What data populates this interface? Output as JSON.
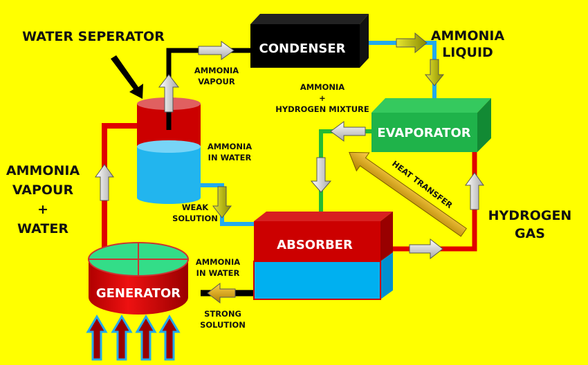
{
  "components": {
    "condenser": "CONDENSER",
    "evaporator": "EVAPORATOR",
    "absorber": "ABSORBER",
    "generator": "GENERATOR",
    "water_separator": "WATER SEPERATOR"
  },
  "labels": {
    "ammonia_liquid": [
      "AMMONIA",
      "LIQUID"
    ],
    "ammonia_vapour": [
      "AMMONIA",
      "VAPOUR"
    ],
    "mixture": [
      "AMMONIA",
      "+",
      "HYDROGEN MIXTURE"
    ],
    "ammonia_in_water_top": [
      "AMMONIA",
      "IN WATER"
    ],
    "weak_solution": [
      "WEAK",
      "SOLUTION"
    ],
    "ammonia_vapour_water": [
      "AMMONIA",
      "VAPOUR",
      "+",
      "WATER"
    ],
    "heat_transfer": "HEAT TRANSFER",
    "hydrogen_gas": [
      "HYDROGEN",
      "GAS"
    ],
    "ammonia_in_water_bottom": [
      "AMMONIA",
      "IN WATER"
    ],
    "strong_solution": [
      "STRONG",
      "SOLUTION"
    ]
  },
  "colors": {
    "background": "#ffff00",
    "condenser": "#000000",
    "evaporator": "#1fb34a",
    "absorber": "#cc0000",
    "water": "#00b0f0",
    "generator_top": "#33dd88",
    "pipe_red": "#e00000",
    "pipe_blue": "#22aaee",
    "pipe_green": "#22bb33",
    "pipe_black": "#000000",
    "heat_arrow": "#d4a017"
  }
}
